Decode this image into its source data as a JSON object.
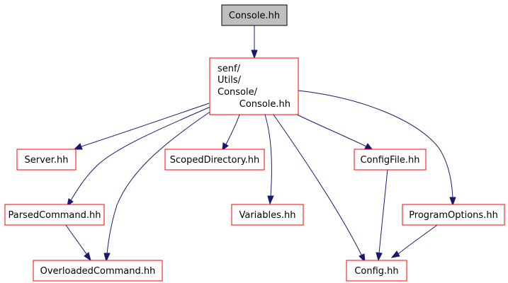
{
  "colors": {
    "edge": "#191970",
    "node_border": "#ff0000",
    "root_fill": "#bfbfbf",
    "root_border": "#000000"
  },
  "nodes": {
    "console_hh": "Console.hh",
    "senf_console_path": {
      "line1": "senf/",
      "line2": "Utils/",
      "line3": "Console/",
      "line4": "Console.hh"
    },
    "server_hh": "Server.hh",
    "scoped_directory_hh": "ScopedDirectory.hh",
    "config_file_hh": "ConfigFile.hh",
    "parsed_command_hh": "ParsedCommand.hh",
    "variables_hh": "Variables.hh",
    "program_options_hh": "ProgramOptions.hh",
    "overloaded_command_hh": "OverloadedCommand.hh",
    "config_hh": "Config.hh"
  }
}
